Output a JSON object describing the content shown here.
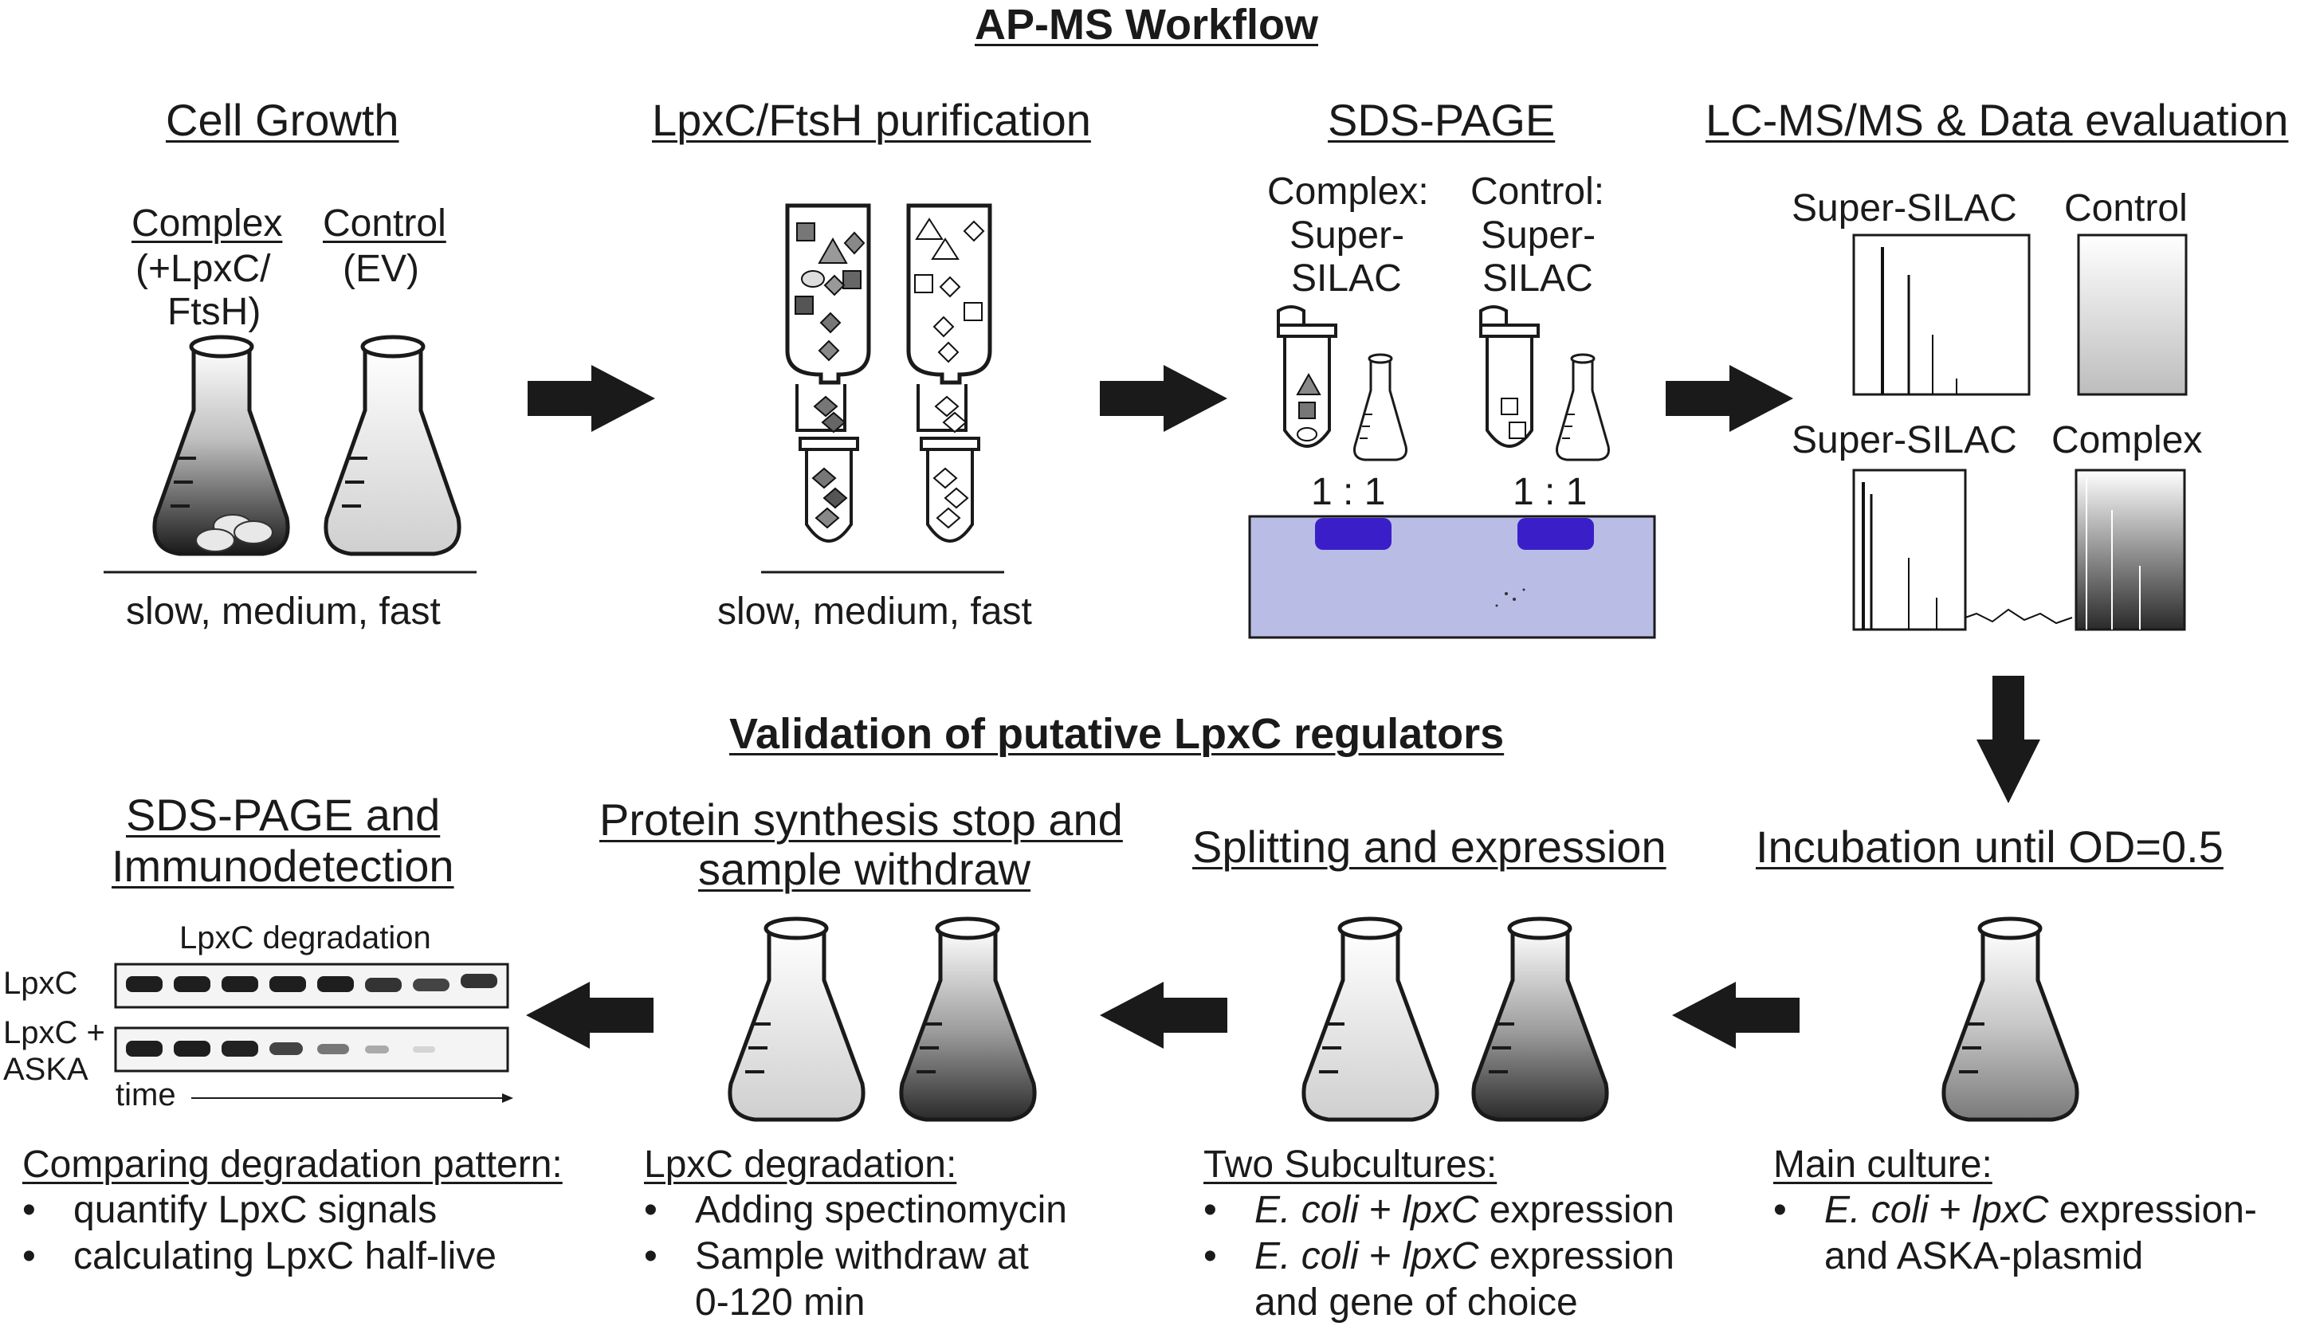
{
  "title": "AP-MS Workflow",
  "section2_title": "Validation of putative LpxC regulators",
  "steps": {
    "cell_growth": {
      "title": "Cell Growth",
      "complex_label": "Complex",
      "complex_sub1": "(+LpxC/",
      "complex_sub2": "FtsH)",
      "control_label": "Control",
      "control_sub": "(EV)",
      "rates": "slow, medium, fast"
    },
    "purification": {
      "title": "LpxC/FtsH purification",
      "rates": "slow, medium, fast"
    },
    "sds_page": {
      "title": "SDS-PAGE",
      "complex_l1": "Complex:",
      "complex_l2": "Super-",
      "complex_l3": "SILAC",
      "control_l1": "Control:",
      "control_l2": "Super-",
      "control_l3": "SILAC",
      "ratio_left": "1 : 1",
      "ratio_right": "1 : 1"
    },
    "lcms": {
      "title": "LC-MS/MS & Data evaluation",
      "top_left": "Super-SILAC",
      "top_right": "Control",
      "bottom_left": "Super-SILAC",
      "bottom_right": "Complex"
    },
    "incubation": {
      "title": "Incubation until OD=0.5",
      "heading": "Main culture:",
      "b1_italic1": "E. coli",
      "b1_plus": " + ",
      "b1_italic2": "lpxC",
      "b1_rest": " expression-",
      "b1_cont": "and ASKA-plasmid"
    },
    "splitting": {
      "title": "Splitting and expression",
      "heading": "Two Subcultures:",
      "b1_italic1": "E. coli",
      "b1_plus": " + ",
      "b1_italic2": "lpxC",
      "b1_rest": " expression",
      "b2_italic1": "E. coli",
      "b2_plus": " + ",
      "b2_italic2": "lpxC",
      "b2_rest": " expression",
      "b2_cont": "and gene of choice"
    },
    "synthesis_stop": {
      "title1": "Protein synthesis stop and",
      "title2": "sample withdraw",
      "heading": "LpxC degradation:",
      "b1": "Adding spectinomycin",
      "b2": "Sample withdraw at",
      "b2_cont": "0-120 min"
    },
    "immuno": {
      "title1": "SDS-PAGE and",
      "title2": "Immunodetection",
      "blot_title": "LpxC degradation",
      "row1_label": "LpxC",
      "row2_label1": "LpxC +",
      "row2_label2": "ASKA",
      "time_label": "time",
      "heading": "Comparing degradation pattern:",
      "b1": "quantify LpxC signals",
      "b2": "calculating LpxC half-live"
    }
  },
  "bullet_glyph": "•",
  "colors": {
    "text": "#1a1a1a",
    "gel_bg": "#b9bde6",
    "gel_band": "#3a1fc9",
    "arrow": "#1a1a1a"
  }
}
